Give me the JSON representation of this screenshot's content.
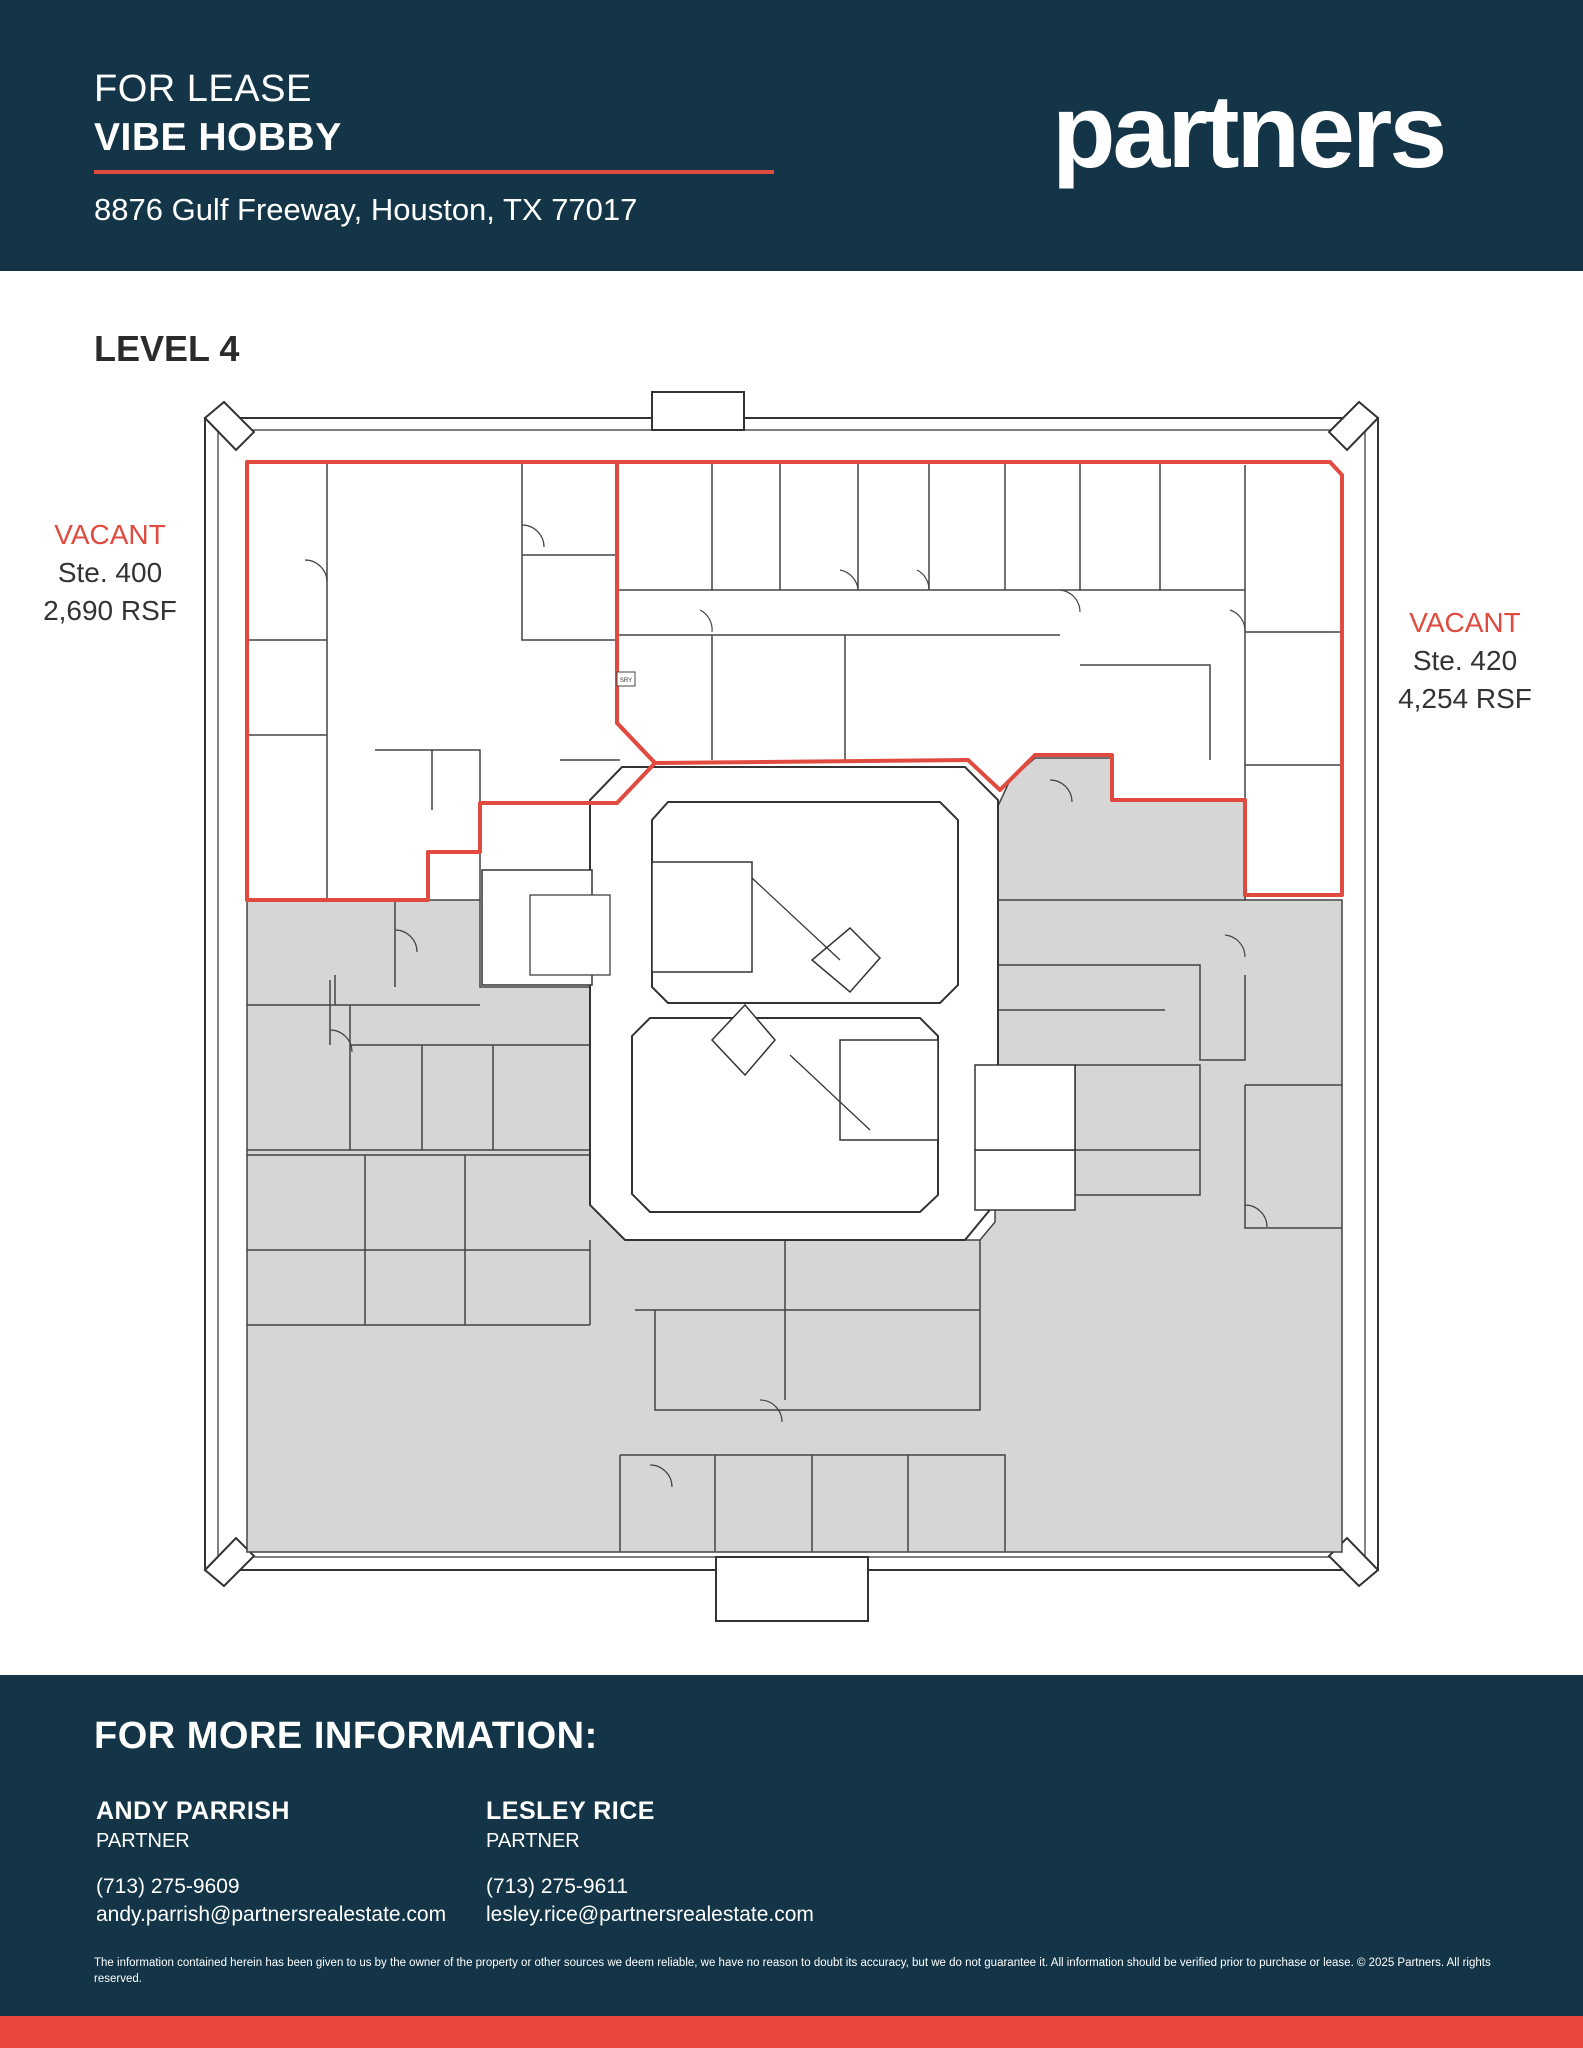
{
  "header": {
    "for_lease": "FOR LEASE",
    "property_name": "VIBE HOBBY",
    "address": "8876 Gulf Freeway, Houston, TX 77017",
    "logo_text": "partners"
  },
  "level_title": "LEVEL 4",
  "suites": [
    {
      "status": "VACANT",
      "suite": "Ste. 400",
      "area": "2,690 RSF"
    },
    {
      "status": "VACANT",
      "suite": "Ste. 420",
      "area": "4,254 RSF"
    }
  ],
  "plan_labels": {
    "sry": "SRY"
  },
  "footer": {
    "title": "FOR MORE INFORMATION:",
    "contacts": [
      {
        "name": "ANDY PARRISH",
        "role": "PARTNER",
        "phone": "(713) 275-9609",
        "email": "andy.parrish@partnersrealestate.com"
      },
      {
        "name": "LESLEY RICE",
        "role": "PARTNER",
        "phone": "(713) 275-9611",
        "email": "lesley.rice@partnersrealestate.com"
      }
    ],
    "disclaimer": "The information contained herein has been given to us by the owner of the property or other sources we deem reliable, we have no reason to doubt its accuracy, but we do not guarantee it. All information should be verified prior to purchase or lease. © 2025 Partners. All rights reserved."
  },
  "colors": {
    "navy": "#133547",
    "accent": "#e04a3f",
    "occupied": "#d6d6d6"
  }
}
